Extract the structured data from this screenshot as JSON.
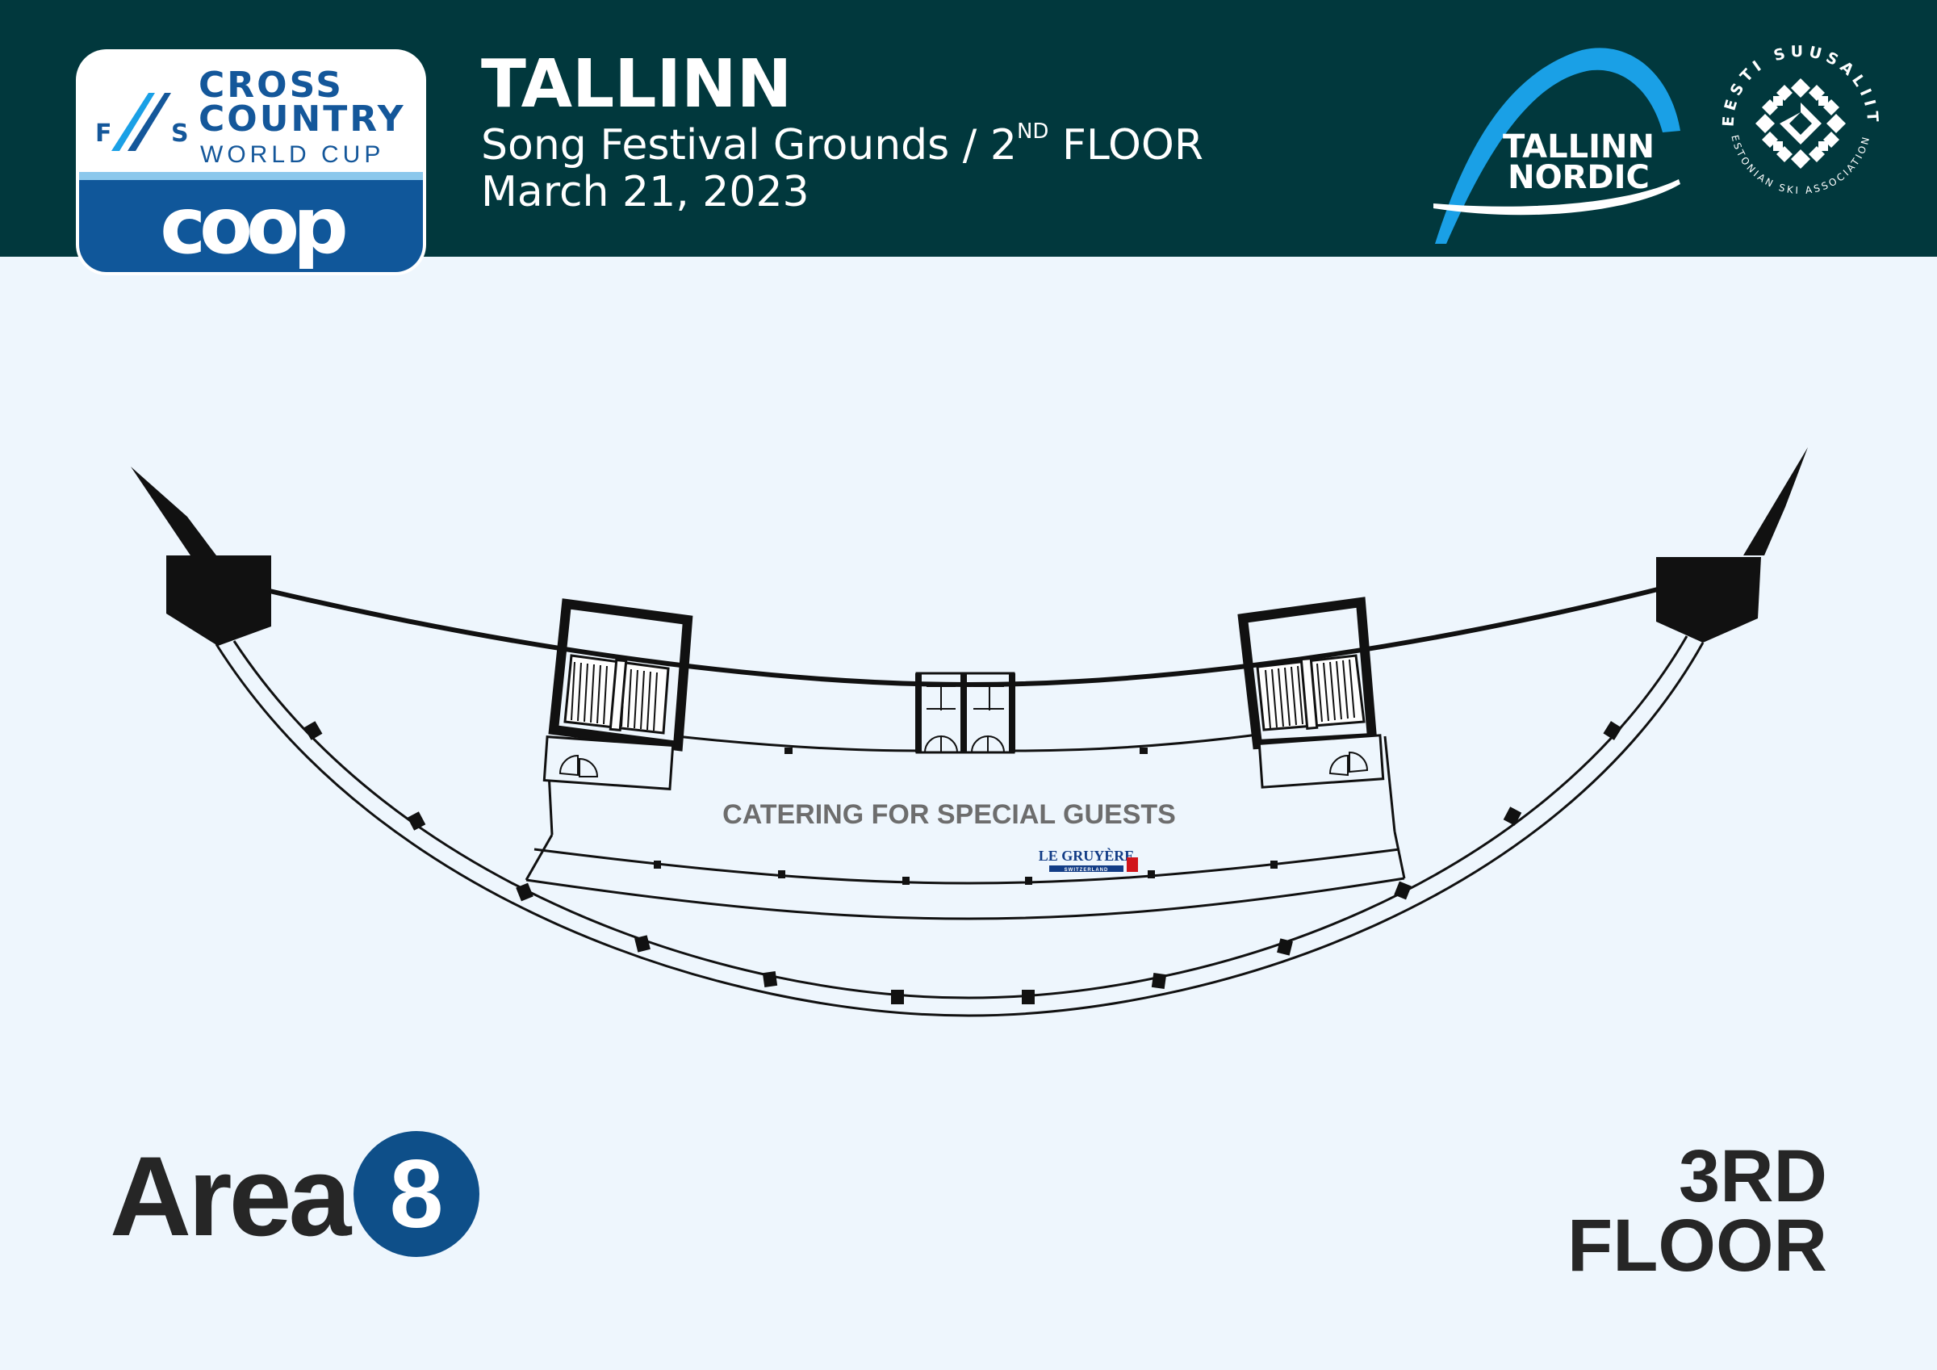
{
  "header": {
    "title": "TALLINN",
    "venue_main": "Song Festival Grounds / 2",
    "venue_sup": "ND",
    "venue_tail": " FLOOR",
    "date": "March 21, 2023",
    "colors": {
      "background": "#01383d",
      "text": "#ffffff"
    }
  },
  "logos": {
    "fis": {
      "line1": "CROSS",
      "line2": "COUNTRY",
      "line3": "WORLD CUP",
      "sponsor": "coop",
      "mark": "F/S"
    },
    "tallinn_nordic": {
      "line1": "TALLINN",
      "line2": "NORDIC",
      "accent": "#1aa0e6"
    },
    "esl": {
      "top_ring": "EESTI SUUSALIIT",
      "bottom_ring": "ESTONIAN SKI ASSOCIATION"
    }
  },
  "map": {
    "area_label": "CATERING FOR SPECIAL GUESTS",
    "sponsor_tag": {
      "line1": "LE GRUYÈRE",
      "line2": "SWITZERLAND"
    },
    "background": "#eef6fd",
    "label_color": "#6d6d6d"
  },
  "footer": {
    "area_word": "Area",
    "area_number": "8",
    "area_color": "#0e4f89",
    "floor_line1": "3RD",
    "floor_line2": "FLOOR"
  }
}
